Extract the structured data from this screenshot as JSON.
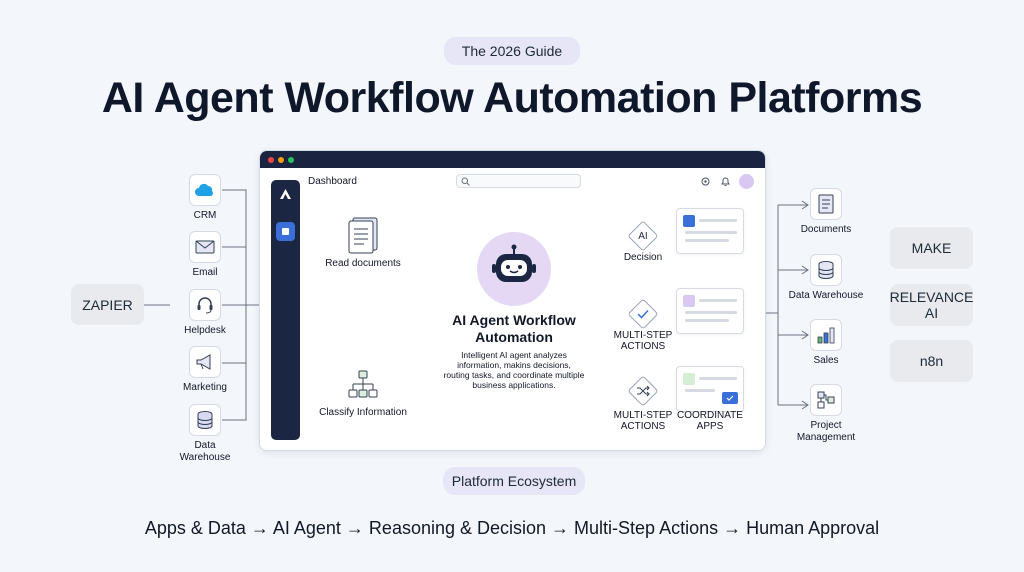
{
  "guide_pill": "The 2026 Guide",
  "title": "AI Agent Workflow Automation Platforms",
  "apps": [
    {
      "label": "CRM"
    },
    {
      "label": "Email"
    },
    {
      "label": "Helpdesk"
    },
    {
      "label": "Marketing"
    },
    {
      "label": "Data\nWarehouse"
    }
  ],
  "left_platform": "ZAPIER",
  "window": {
    "header_title": "Dashboard",
    "read_documents": "Read documents",
    "classify_information": "Classify Information",
    "agent_title": "AI Agent Workflow\nAutomation",
    "agent_desc": "Intelligent AI agent analyzes\ninformation, makins decisions,\nrouting tasks, and coordinate multiple\nbusiness applications.",
    "decision_ai": "AI",
    "decision_label": "Decision",
    "multi_step_1": "MULTI-STEP\nACTIONS",
    "multi_step_2": "MULTI-STEP\nACTIONS",
    "coordinate_apps": "COORDINATE\nAPPS"
  },
  "outputs": [
    {
      "label": "Documents"
    },
    {
      "label": "Data Warehouse"
    },
    {
      "label": "Sales"
    },
    {
      "label": "Project\nManagement"
    }
  ],
  "right_platforms": [
    "MAKE",
    "RELEVANCE\nAI",
    "n8n"
  ],
  "ecosystem_pill": "Platform Ecosystem",
  "footer": "Apps & Data → AI Agent → Reasoning & Decision → Multi-Step Actions → Human Approval",
  "colors": {
    "navy": "#1a2440",
    "pill": "#e6e6f6",
    "accent_blue": "#3b6fd8",
    "accent_purple": "#d9c8f2",
    "accent_green": "#5fb56b"
  }
}
